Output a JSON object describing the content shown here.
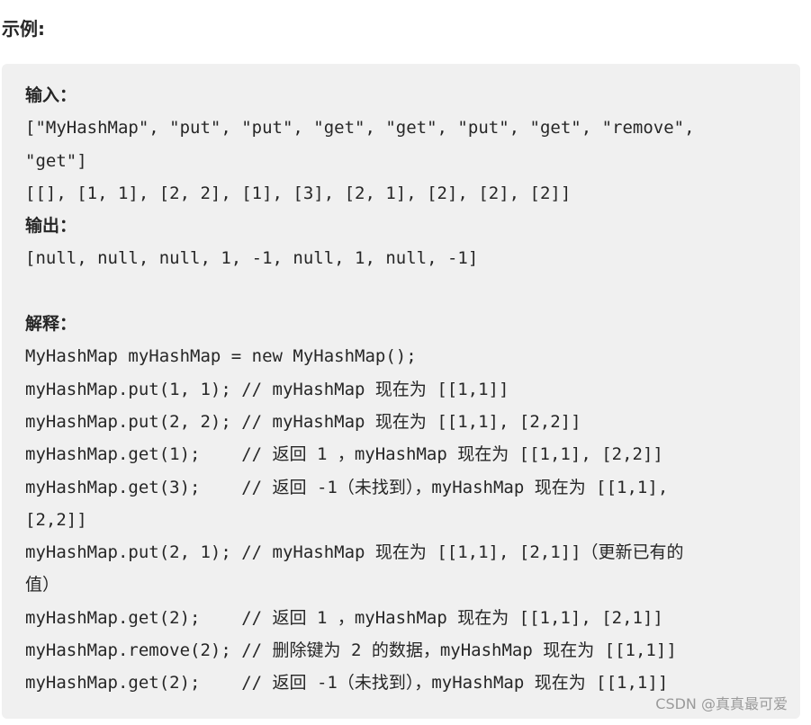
{
  "heading": "示例:",
  "example": {
    "input_label": "输入：",
    "input_ops_line1": "[\"MyHashMap\", \"put\", \"put\", \"get\", \"get\", \"put\", \"get\", \"remove\",",
    "input_ops_line2": "\"get\"]",
    "input_args": "[[], [1, 1], [2, 2], [1], [3], [2, 1], [2], [2], [2]]",
    "output_label": "输出：",
    "output_value": "[null, null, null, 1, -1, null, 1, null, -1]",
    "explanation_label": "解释：",
    "code_lines": [
      "MyHashMap myHashMap = new MyHashMap();",
      "myHashMap.put(1, 1); // myHashMap 现在为 [[1,1]]",
      "myHashMap.put(2, 2); // myHashMap 现在为 [[1,1], [2,2]]",
      "myHashMap.get(1);    // 返回 1 ，myHashMap 现在为 [[1,1], [2,2]]",
      "myHashMap.get(3);    // 返回 -1（未找到），myHashMap 现在为 [[1,1],",
      "[2,2]]",
      "myHashMap.put(2, 1); // myHashMap 现在为 [[1,1], [2,1]]（更新已有的",
      "值）",
      "myHashMap.get(2);    // 返回 1 ，myHashMap 现在为 [[1,1], [2,1]]",
      "myHashMap.remove(2); // 删除键为 2 的数据，myHashMap 现在为 [[1,1]]",
      "myHashMap.get(2);    // 返回 -1（未找到），myHashMap 现在为 [[1,1]]"
    ]
  },
  "watermark": "CSDN @真真最可爱"
}
